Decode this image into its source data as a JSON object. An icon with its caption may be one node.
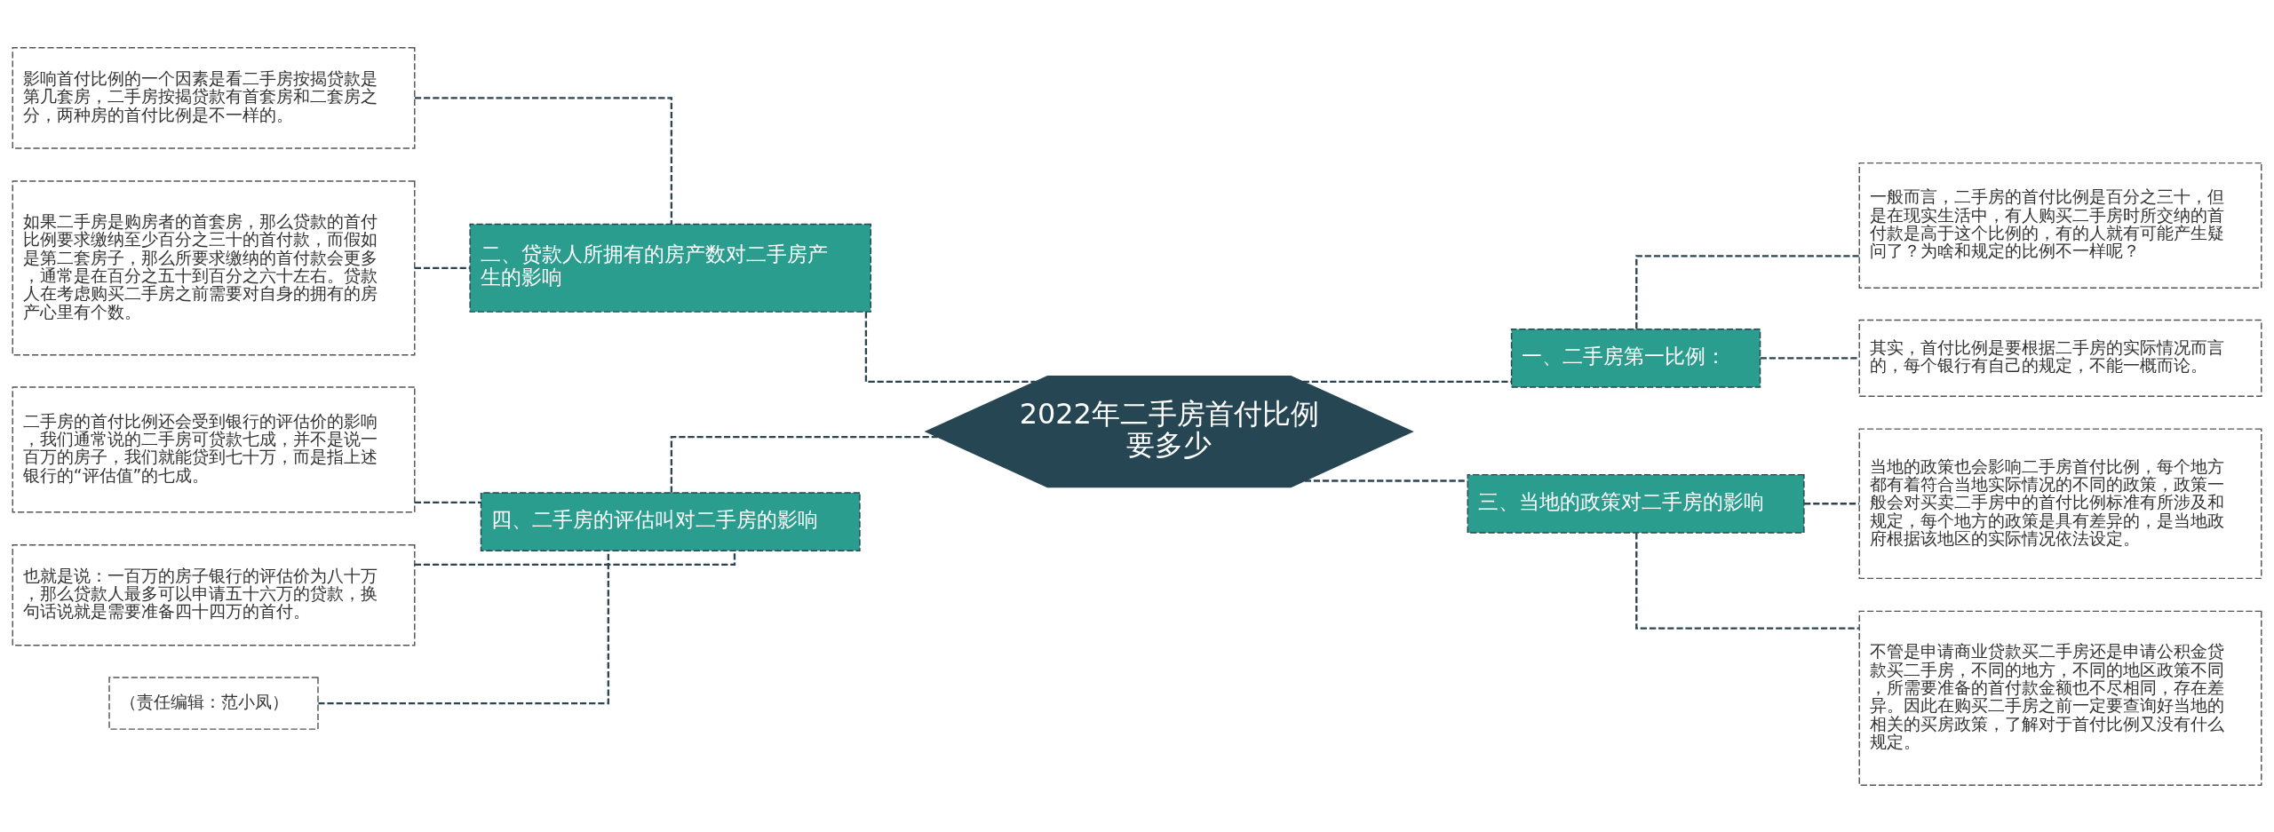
{
  "diagram": {
    "nodes": [
      {
        "text": [
          "2022年二手房首付比例要多少"
        ]
      },
      {
        "text": [
          "一、二手房第一比例："
        ]
      },
      {
        "text": [
          "一般而言，二手房的首付比例是百分之三十，但是在现实生活中，有人购买二手房时所交纳的首付款是高于这个比例的，有的人就有可能产生疑问了？为啥和规定的比例不一样呢？"
        ]
      },
      {
        "text": [
          "其实，首付比例是要根据二手房的实际情况而言的，每个银行有自己的规定，不能一概而论。"
        ]
      },
      {
        "text": [
          "二、贷款人所拥有的房产数对二手房产生的影响"
        ]
      },
      {
        "text": [
          "影响首付比例的一个因素是看二手房按揭贷款是第几套房，二手房按揭贷款有首套房和二套房之分，两种房的首付比例是不一样的。"
        ]
      },
      {
        "text": [
          "如果二手房是购房者的首套房，那么贷款的首付比例要求缴纳至少百分之三十的首付款，而假如是第二套房子，那么所要求缴纳的首付款会更多，通常是在百分之五十到百分之六十左右。贷款人在考虑购买二手房之前需要对自身的拥有的房产心里有个数。"
        ]
      },
      {
        "text": [
          "三、当地的政策对二手房的影响"
        ]
      },
      {
        "text": [
          "当地的政策也会影响二手房首付比例，每个地方都有着符合当地实际情况的不同的政策，政策一般会对买卖二手房中的首付比例标准有所涉及和规定，每个地方的政策是具有差异的，是当地政府根据该地区的实际情况依法设定。"
        ]
      },
      {
        "text": [
          "不管是申请商业贷款买二手房还是申请公积金贷款买二手房，不同的地方，不同的地区政策不同，所需要准备的首付款金额也不尽相同，存在差异。因此在购买二手房之前一定要查询好当地的相关的买房政策，了解对于首付比例又没有什么规定。"
        ]
      },
      {
        "text": [
          "四、二手房的评估叫对二手房的影响"
        ]
      },
      {
        "text": [
          "二手房的首付比例还会受到银行的评估价的影响，我们通常说的二手房可贷款七成，并不是说一百万的房子，我们就能贷到七十万，而是指上述银行的“评估值”的七成。"
        ]
      },
      {
        "text": [
          "也就是说：一百万的房子银行的评估价为八十万，那么贷款人最多可以申请五十六万的贷款，换句话说就是需要准备四十四万的首付。"
        ]
      },
      {
        "text": [
          "（责任编辑：范小凤）"
        ]
      }
    ],
    "edges": [
      {
        "from": 0,
        "to": 1,
        "arrow": "none",
        "style": "dashed"
      },
      {
        "from": 1,
        "to": 2,
        "arrow": "none",
        "style": "dashed"
      },
      {
        "from": 1,
        "to": 3,
        "arrow": "none",
        "style": "dashed"
      },
      {
        "from": 0,
        "to": 4,
        "arrow": "none",
        "style": "dashed"
      },
      {
        "from": 4,
        "to": 5,
        "arrow": "none",
        "style": "dashed"
      },
      {
        "from": 4,
        "to": 6,
        "arrow": "none",
        "style": "dashed"
      },
      {
        "from": 0,
        "to": 7,
        "arrow": "none",
        "style": "dashed"
      },
      {
        "from": 7,
        "to": 8,
        "arrow": "none",
        "style": "dashed"
      },
      {
        "from": 7,
        "to": 9,
        "arrow": "none",
        "style": "dashed"
      },
      {
        "from": 0,
        "to": 10,
        "arrow": "none",
        "style": "dashed"
      },
      {
        "from": 10,
        "to": 11,
        "arrow": "none",
        "style": "dashed"
      },
      {
        "from": 10,
        "to": 12,
        "arrow": "none",
        "style": "dashed"
      },
      {
        "from": 10,
        "to": 13,
        "arrow": "none",
        "style": "dashed"
      }
    ]
  }
}
